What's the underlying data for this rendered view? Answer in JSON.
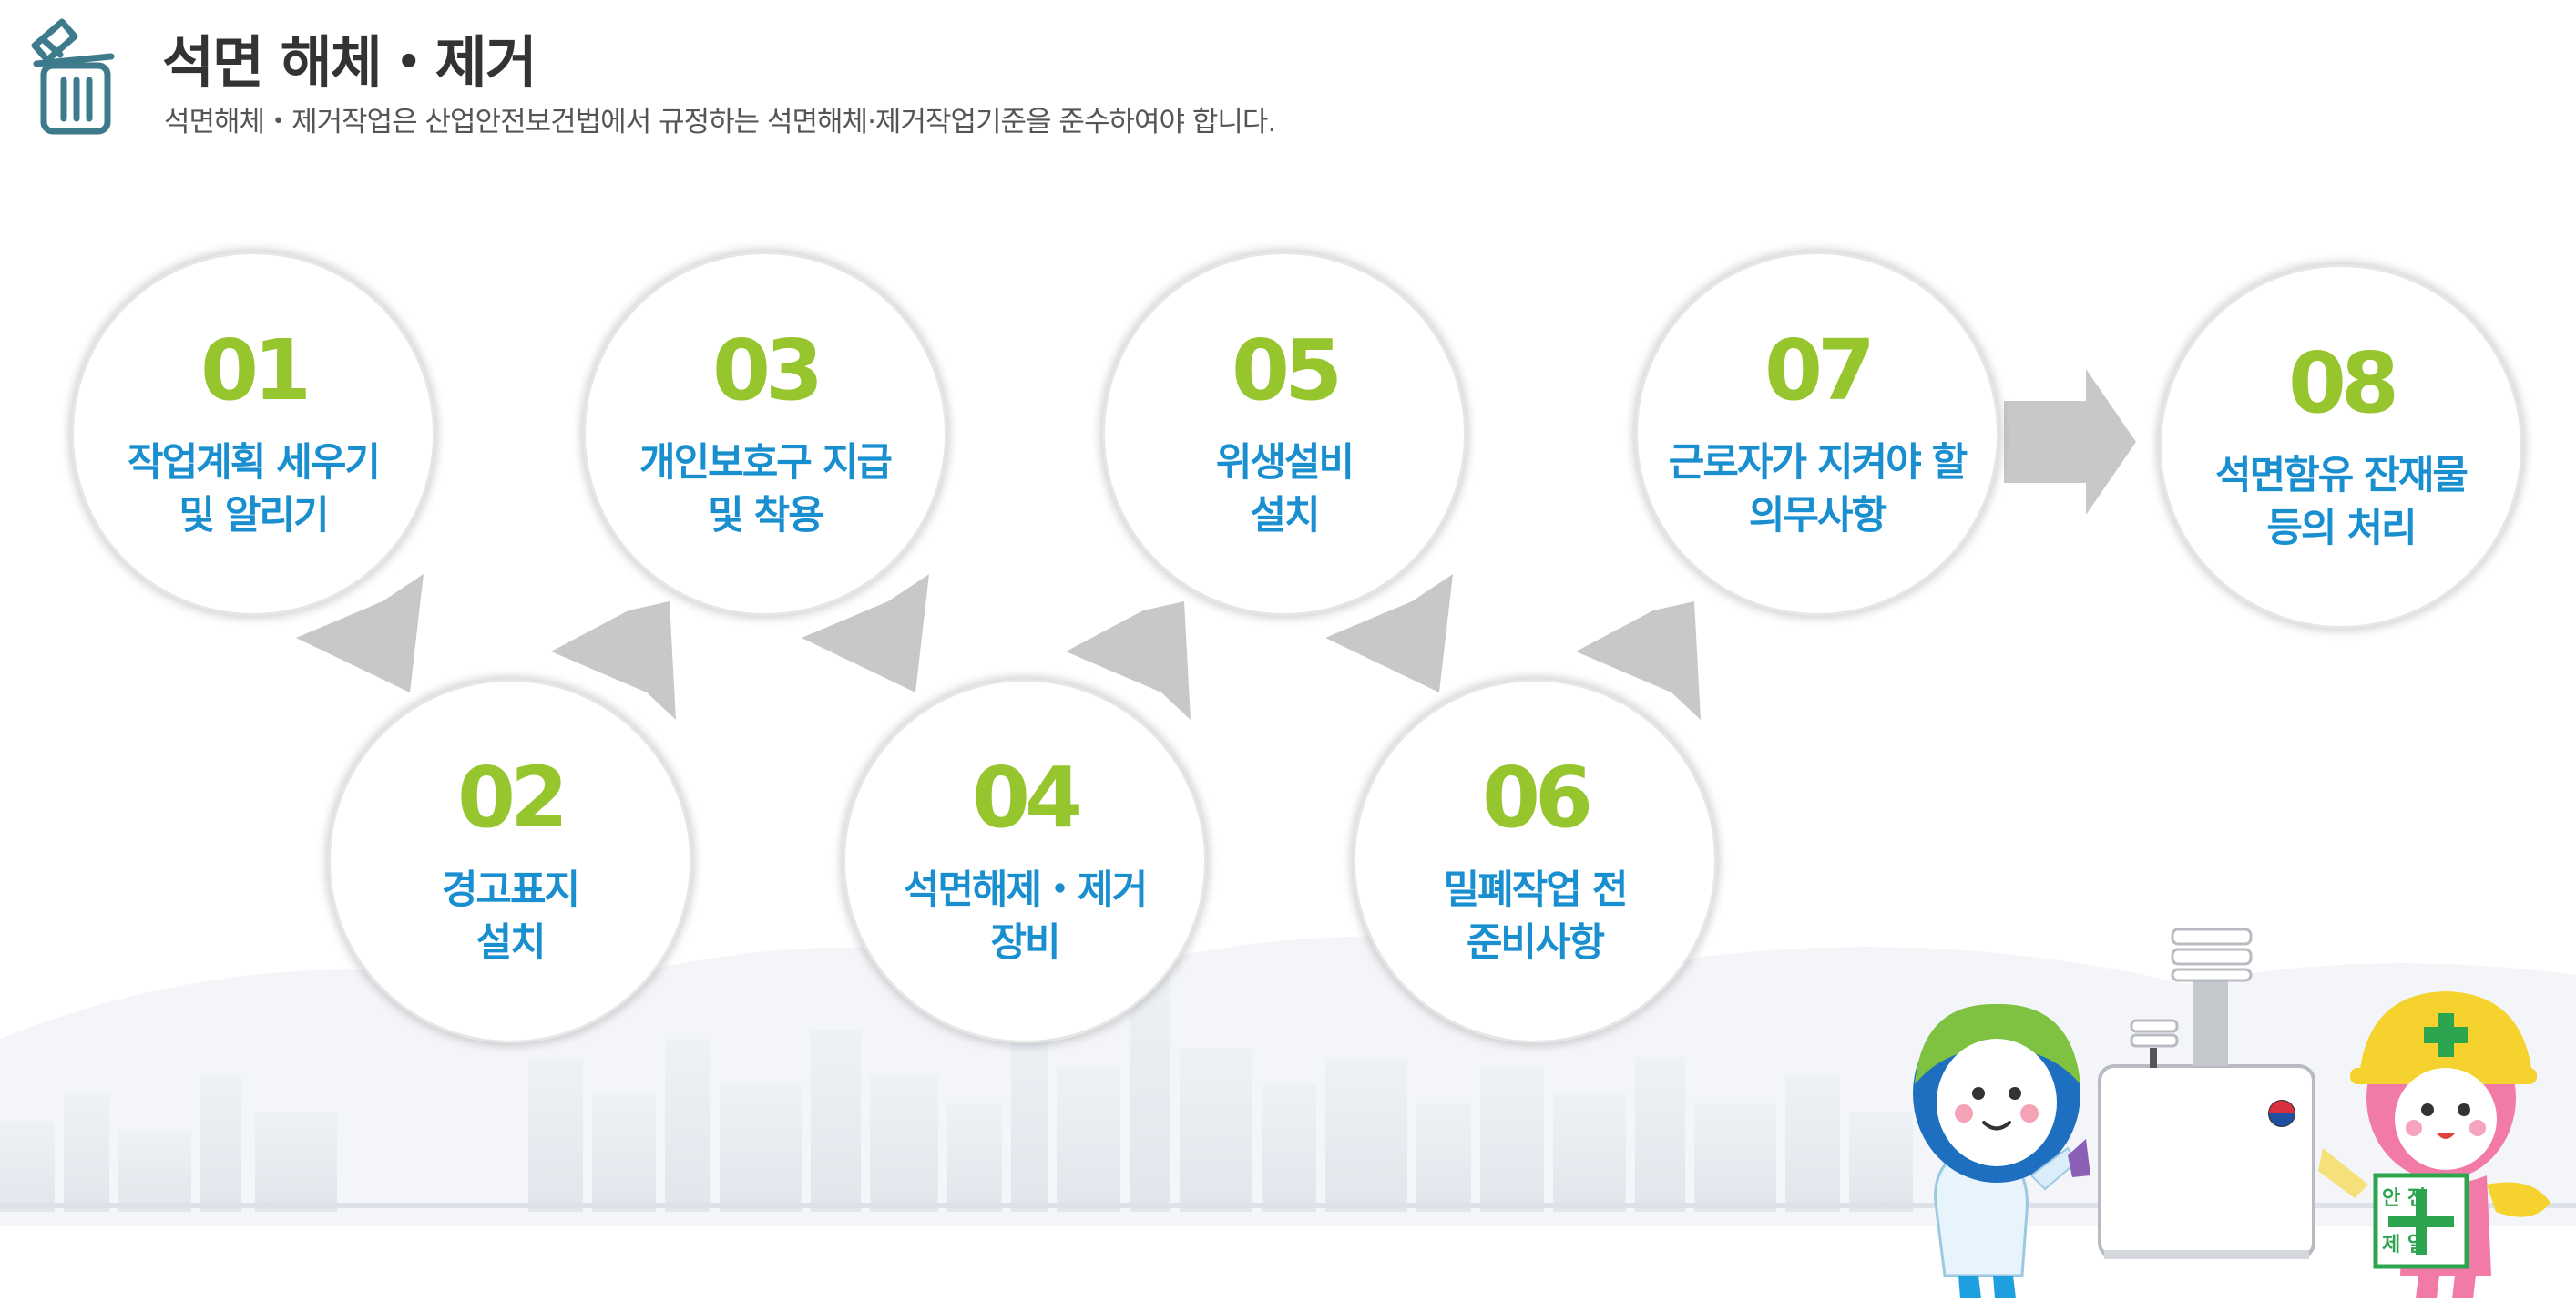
{
  "header": {
    "title": "석면 해체・제거",
    "subtitle": "석면해체・제거작업은 산업안전보건법에서 규정하는 석면해체·제거작업기준을 준수하여야 합니다."
  },
  "steps": [
    {
      "num": "01",
      "label": "작업계획 세우기\n및 알리기"
    },
    {
      "num": "02",
      "label": "경고표지\n설치"
    },
    {
      "num": "03",
      "label": "개인보호구 지급\n및 착용"
    },
    {
      "num": "04",
      "label": "석면해제・제거\n장비"
    },
    {
      "num": "05",
      "label": "위생설비\n설치"
    },
    {
      "num": "06",
      "label": "밀폐작업 전\n준비사항"
    },
    {
      "num": "07",
      "label": "근로자가 지켜야 할\n의무사항"
    },
    {
      "num": "08",
      "label": "석면함유 잔재물\n등의 처리"
    }
  ],
  "mascots": {
    "badge_top": "안 전",
    "badge_bottom": "제 일"
  },
  "colors": {
    "number": "#96c52e",
    "label": "#1a8fd0",
    "arrow": "#c8c8c8",
    "icon": "#3c7a8c"
  },
  "icons": [
    "trash-can-icon"
  ]
}
